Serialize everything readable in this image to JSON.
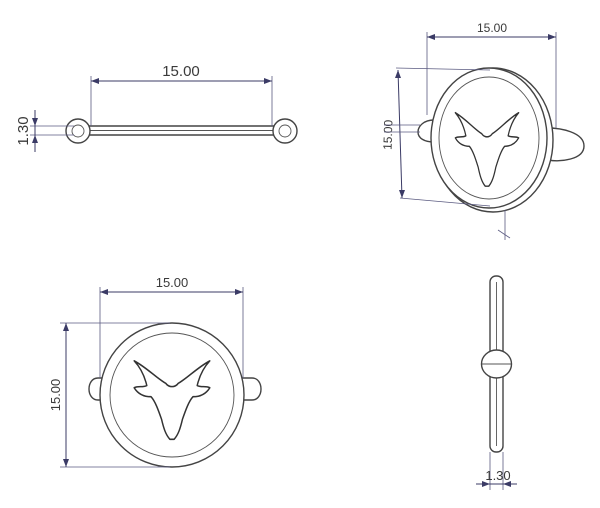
{
  "views": {
    "top": {
      "width_label": "15.00",
      "thickness_label": "1.30"
    },
    "isometric": {
      "width_label": "15.00",
      "height_label": "15.00"
    },
    "front": {
      "width_label": "15.00",
      "height_label": "15.00"
    },
    "side": {
      "thickness_label": "1.30"
    }
  },
  "colors": {
    "dimension": "#3b3b66",
    "outline": "#444444",
    "background": "#ffffff"
  }
}
